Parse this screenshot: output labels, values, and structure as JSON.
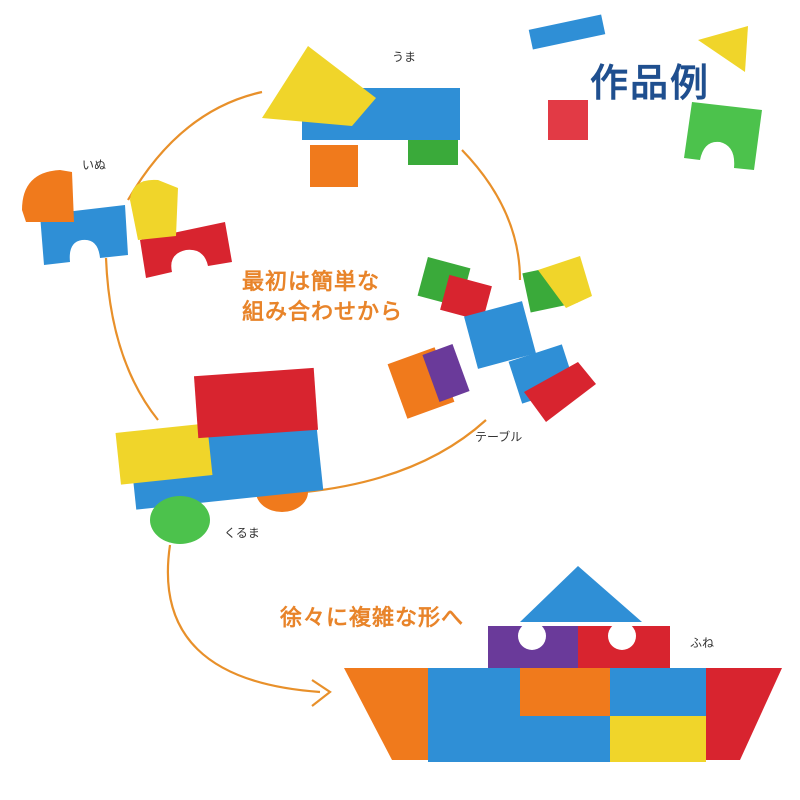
{
  "title": "作品例",
  "captions": {
    "simple_line1": "最初は簡単な",
    "simple_line2": "組み合わせから",
    "complex": "徐々に複雑な形へ"
  },
  "labels": {
    "horse": "うま",
    "dog": "いぬ",
    "table": "テーブル",
    "car": "くるま",
    "boat": "ふね"
  },
  "colors": {
    "blue": "#2f8fd6",
    "red": "#d8242f",
    "yellow": "#f0d52a",
    "green": "#3aaa3a",
    "orange": "#f07a1c",
    "purple": "#6a3a9a",
    "arrow": "#e8902a",
    "title": "#1f4f8f"
  }
}
